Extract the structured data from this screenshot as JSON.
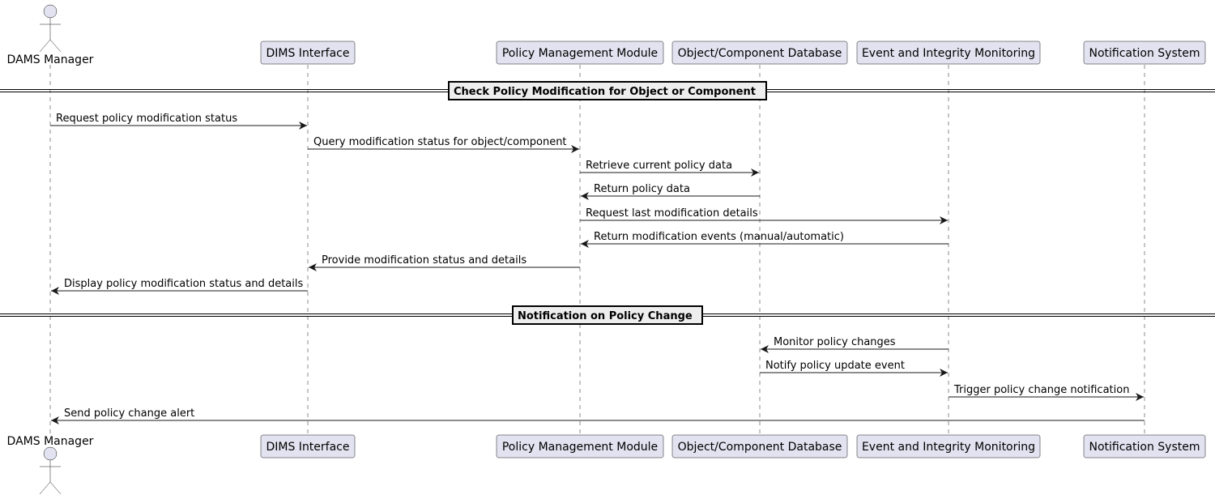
{
  "participants": [
    {
      "id": "manager",
      "label": "DAMS Manager",
      "kind": "actor"
    },
    {
      "id": "dims",
      "label": "DIMS Interface",
      "kind": "box"
    },
    {
      "id": "pmm",
      "label": "Policy Management Module",
      "kind": "box"
    },
    {
      "id": "ocdb",
      "label": "Object/Component Database",
      "kind": "box"
    },
    {
      "id": "eim",
      "label": "Event and Integrity Monitoring",
      "kind": "box"
    },
    {
      "id": "notif",
      "label": "Notification System",
      "kind": "box"
    }
  ],
  "sections": [
    {
      "label": "Check Policy Modification for Object or Component"
    },
    {
      "label": "Notification on Policy Change"
    }
  ],
  "messages": [
    {
      "from": "manager",
      "to": "dims",
      "label": "Request policy modification status"
    },
    {
      "from": "dims",
      "to": "pmm",
      "label": "Query modification status for object/component"
    },
    {
      "from": "pmm",
      "to": "ocdb",
      "label": "Retrieve current policy data"
    },
    {
      "from": "ocdb",
      "to": "pmm",
      "label": "Return policy data"
    },
    {
      "from": "pmm",
      "to": "eim",
      "label": "Request last modification details"
    },
    {
      "from": "eim",
      "to": "pmm",
      "label": "Return modification events (manual/automatic)"
    },
    {
      "from": "pmm",
      "to": "dims",
      "label": "Provide modification status and details"
    },
    {
      "from": "dims",
      "to": "manager",
      "label": "Display policy modification status and details"
    },
    {
      "from": "eim",
      "to": "ocdb",
      "label": "Monitor policy changes"
    },
    {
      "from": "ocdb",
      "to": "eim",
      "label": "Notify policy update event"
    },
    {
      "from": "eim",
      "to": "notif",
      "label": "Trigger policy change notification"
    },
    {
      "from": "notif",
      "to": "manager",
      "label": "Send policy change alert"
    }
  ],
  "colors": {
    "participant_fill": "#e2e2f0",
    "participant_border": "#181818",
    "lifeline": "#181818",
    "arrow": "#181818",
    "section_fill": "#eeeeee"
  }
}
